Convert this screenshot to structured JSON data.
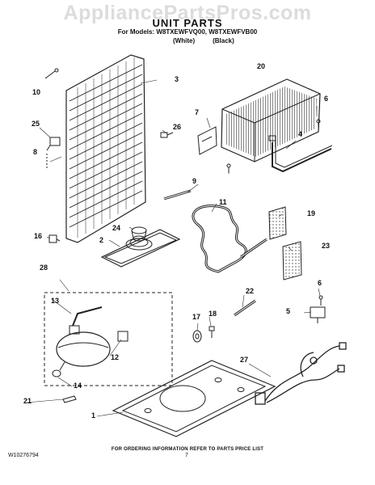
{
  "watermark": "AppliancePartsPros.com",
  "title": "UNIT PARTS",
  "models_line": "For Models: W8TXEWFVQ00, W8TXEWFVB00",
  "variants": [
    "(White)",
    "(Black)"
  ],
  "callouts": [
    "1",
    "2",
    "3",
    "4",
    "5",
    "6",
    "6",
    "7",
    "8",
    "9",
    "10",
    "11",
    "12",
    "13",
    "14",
    "16",
    "17",
    "18",
    "19",
    "20",
    "21",
    "22",
    "23",
    "24",
    "25",
    "26",
    "27",
    "28"
  ],
  "footer_note": "FOR ORDERING INFORMATION REFER TO PARTS PRICE LIST",
  "doc_number": "W10276794",
  "page_number": "7"
}
